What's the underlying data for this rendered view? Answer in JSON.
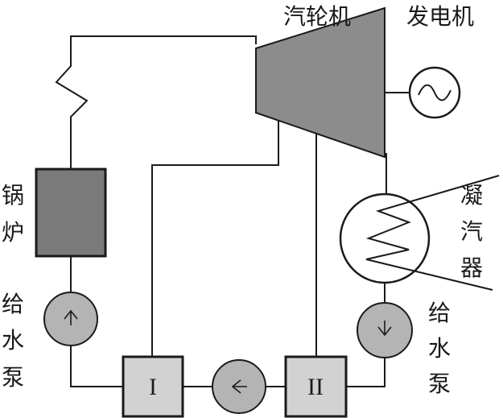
{
  "labels": {
    "turbine": "汽轮机",
    "generator": "发电机",
    "boiler": [
      "锅",
      "炉"
    ],
    "condenser": [
      "凝",
      "汽",
      "器"
    ],
    "feed_pump_left": [
      "给",
      "水",
      "泵"
    ],
    "feed_pump_right": [
      "给",
      "水",
      "泵"
    ],
    "heater_1": "I",
    "heater_2": "II"
  },
  "colors": {
    "line": "#1a1a1a",
    "turbine_fill": "#8c8c8c",
    "boiler_fill": "#7a7a7a",
    "pump_fill": "#b4b4b4",
    "heater_fill": "#d2d2d2"
  },
  "icons": {
    "generator": "sine-wave-icon",
    "pump_up": "arrow-up-icon",
    "pump_down": "arrow-down-icon",
    "pump_left": "arrow-left-icon",
    "condenser_coil": "zigzag-coil-icon"
  }
}
